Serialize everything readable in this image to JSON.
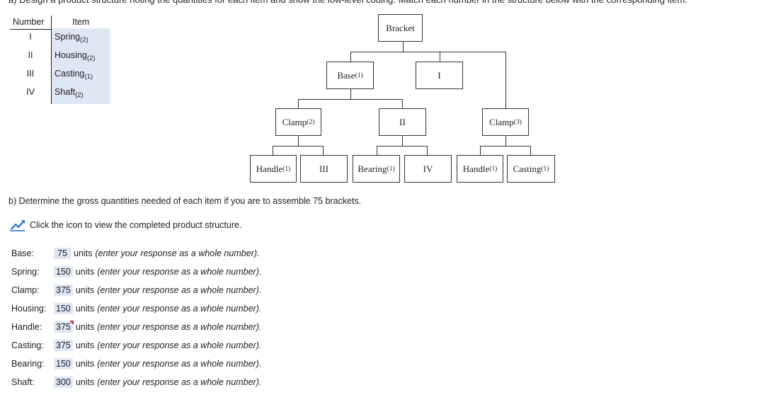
{
  "header_text": "a) Design a product structure noting the quantities for each item and show the low-level coding. Match each number in the structure below with the corresponding item.",
  "legend_table": {
    "col_number": "Number",
    "col_item": "Item",
    "rows": [
      {
        "number": "I",
        "item": "Spring",
        "qty": "(2)"
      },
      {
        "number": "II",
        "item": "Housing",
        "qty": "(2)"
      },
      {
        "number": "III",
        "item": "Casting",
        "qty": "(1)"
      },
      {
        "number": "IV",
        "item": "Shaft",
        "qty": "(2)"
      }
    ]
  },
  "tree": {
    "root": "Bracket",
    "base": {
      "label": "Base",
      "qty": "(1)"
    },
    "num_i": "I",
    "clamp2": {
      "label": "Clamp",
      "qty": "(2)"
    },
    "num_ii": "II",
    "clamp3": {
      "label": "Clamp",
      "qty": "(3)"
    },
    "handle_a": {
      "label": "Handle",
      "qty": "(1)"
    },
    "num_iii": "III",
    "bearing": {
      "label": "Bearing",
      "qty": "(1)"
    },
    "num_iv": "IV",
    "handle_b": {
      "label": "Handle",
      "qty": "(1)"
    },
    "casting": {
      "label": "Casting",
      "qty": "(1)"
    }
  },
  "part_b": {
    "question": "b) Determine the gross quantities needed of each item if you are to assemble 75 brackets.",
    "hint": "Click the icon to view the completed product structure.",
    "units_text": "units",
    "entry_hint": "(enter your response as a whole number).",
    "answers": [
      {
        "label": "Base:",
        "value": "75"
      },
      {
        "label": "Spring:",
        "value": "150"
      },
      {
        "label": "Clamp:",
        "value": "375"
      },
      {
        "label": "Housing:",
        "value": "150"
      },
      {
        "label": "Handle:",
        "value": "375",
        "flagged": true
      },
      {
        "label": "Casting:",
        "value": "375"
      },
      {
        "label": "Bearing:",
        "value": "150"
      },
      {
        "label": "Shaft:",
        "value": "300"
      }
    ]
  },
  "colors": {
    "answer_bg": "#dfe7f4",
    "flag": "#d32f2f",
    "icon_blue": "#1e6fd9"
  }
}
